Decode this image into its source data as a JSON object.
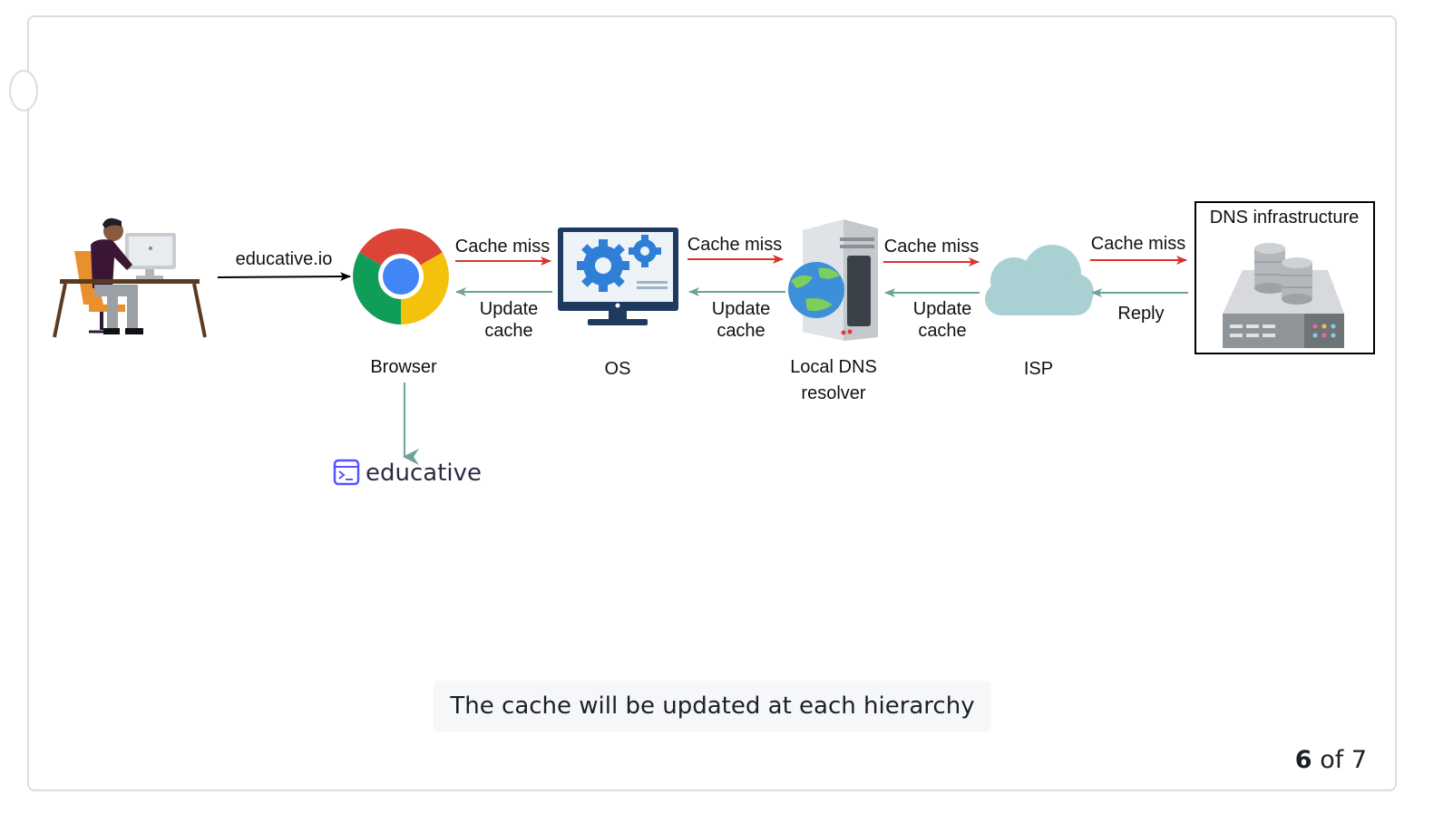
{
  "diagram": {
    "user_input": "educative.io",
    "nodes": {
      "browser": "Browser",
      "os": "OS",
      "resolver_line1": "Local DNS",
      "resolver_line2": "resolver",
      "isp": "ISP",
      "dns_infra": "DNS infrastructure"
    },
    "edges": {
      "cache_miss": "Cache miss",
      "update_line1": "Update",
      "update_line2": "cache",
      "reply": "Reply"
    },
    "result_brand": "educative",
    "colors": {
      "forward_arrow": "#d9342b",
      "backward_arrow": "#6ea39a",
      "input_arrow": "#000000"
    }
  },
  "caption": "The cache will be updated at each hierarchy",
  "pager": {
    "current": "6",
    "of_label": "of",
    "total": "7"
  }
}
